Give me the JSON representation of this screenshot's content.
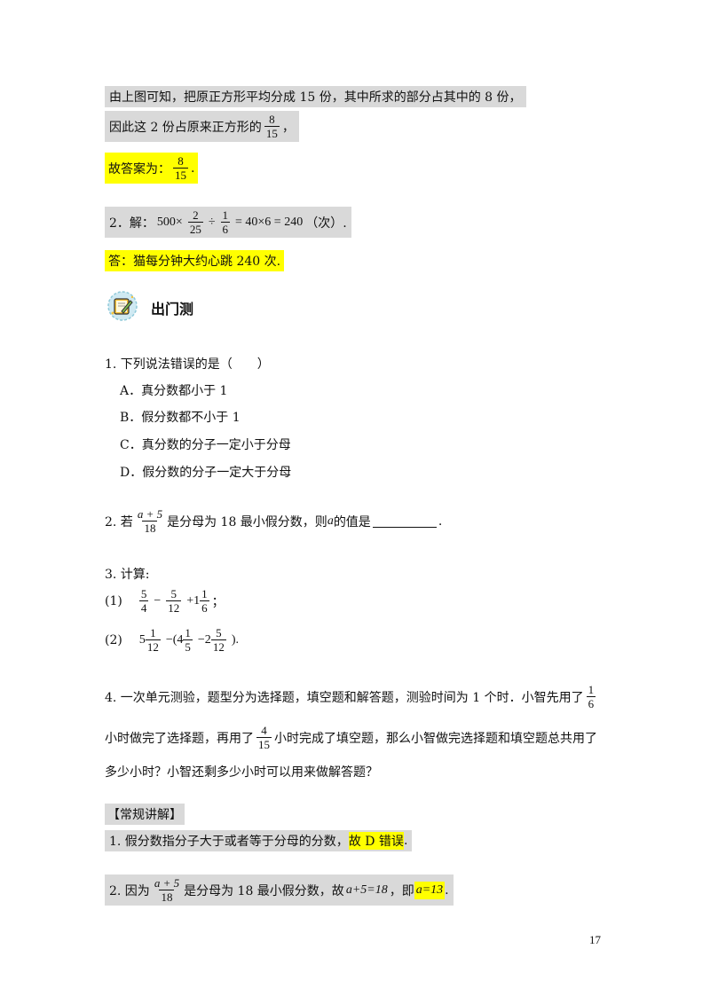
{
  "answers_prev": {
    "line1": "由上图可知，把原正方形平均分成 15 份，其中所求的部分占其中的 8 份，",
    "line2_text": "因此这 2 份占原来正方形的",
    "line2_frac": {
      "num": "8",
      "den": "15"
    },
    "line2_end": "，",
    "line3_text": "故答案为：",
    "line3_frac": {
      "num": "8",
      "den": "15"
    },
    "line3_end": ".",
    "q2_prefix": "2．解：",
    "q2_a": "500×",
    "q2_f1": {
      "num": "2",
      "den": "25"
    },
    "q2_op": "÷",
    "q2_f2": {
      "num": "1",
      "den": "6"
    },
    "q2_rest": "= 40×6 = 240",
    "q2_end": "（次）.",
    "q2_answer": "答：猫每分钟大约心跳 240 次."
  },
  "section": {
    "icon": "pencil-notebook-icon",
    "title": "出门测"
  },
  "q1": {
    "stem": "1. 下列说法错误的是（　　）",
    "options": [
      "A．真分数都小于 1",
      "B．假分数都不小于 1",
      "C．真分数的分子一定小于分母",
      "D．假分数的分子一定大于分母"
    ]
  },
  "q2": {
    "prefix": "2. 若",
    "frac": {
      "num": "a + 5",
      "den": "18"
    },
    "mid": "是分母为 18 最小假分数，则",
    "var": "a",
    "end1": "的值是",
    "end2": "."
  },
  "q3": {
    "stem": "3. 计算:",
    "p1_label": "(1)",
    "p1_f1": {
      "num": "5",
      "den": "4"
    },
    "p1_op1": "−",
    "p1_f2": {
      "num": "5",
      "den": "12"
    },
    "p1_op2": "+1",
    "p1_f3": {
      "num": "1",
      "den": "6"
    },
    "p1_end": "；",
    "p2_label": "(2)",
    "p2_a": "5",
    "p2_f1": {
      "num": "1",
      "den": "12"
    },
    "p2_b": "−(4",
    "p2_f2": {
      "num": "1",
      "den": "5"
    },
    "p2_c": "−2",
    "p2_f3": {
      "num": "5",
      "den": "12"
    },
    "p2_end": ").",
    "p2_period": "."
  },
  "q4": {
    "l1": "4. 一次单元测验，题型分为选择题，填空题和解答题，测验时间为  1  个时．小智先用了",
    "l1_frac": {
      "num": "1",
      "den": "6"
    },
    "l2_a": "小时做完了选择题，再用了",
    "l2_frac": {
      "num": "4",
      "den": "15"
    },
    "l2_b": "小时完成了填空题，那么小智做完选择题和填空题总共用了",
    "l3": "多少小时？小智还剩多少小时可以用来做解答题？"
  },
  "explain": {
    "title": "【常规讲解】",
    "a1_text": "1. 假分数指分子大于或者等于分母的分数，",
    "a1_hl": "故 D 错误",
    "a1_end": ".",
    "a2_prefix": "2. 因为",
    "a2_frac": {
      "num": "a + 5",
      "den": "18"
    },
    "a2_mid": "是分母为 18 最小假分数，故",
    "a2_eq": "a+5=18",
    "a2_sep": "，即",
    "a2_hl": "a=13",
    "a2_end": "."
  },
  "page_number": "17"
}
